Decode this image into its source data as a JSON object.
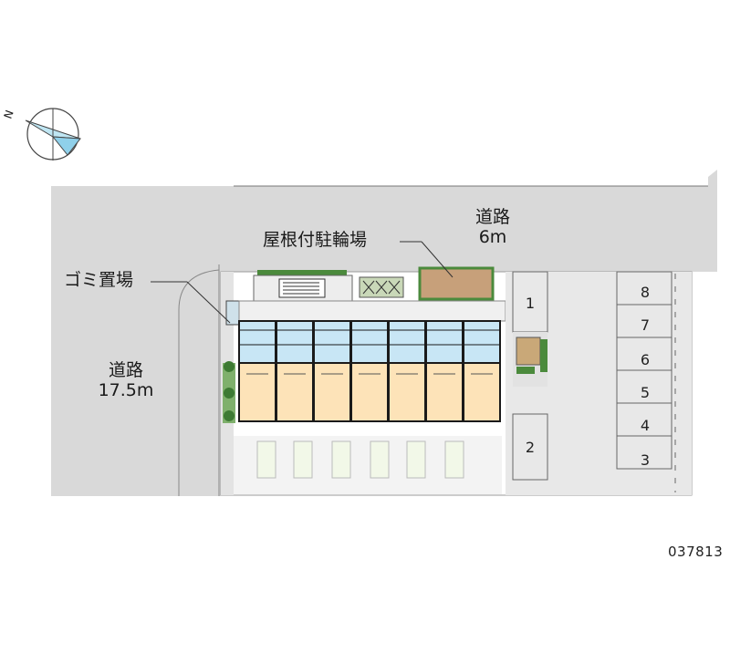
{
  "labels": {
    "road_north_name": "道路",
    "road_north_width": "6m",
    "road_west_name": "道路",
    "road_west_width": "17.5m",
    "bicycle_parking": "屋根付駐輪場",
    "garbage": "ゴミ置場"
  },
  "parking_spaces": [
    "1",
    "2",
    "3",
    "4",
    "5",
    "6",
    "7",
    "8"
  ],
  "property_code": "037813",
  "compass": {
    "north_marker": "N",
    "icon": "compass-icon"
  },
  "colors": {
    "road": "#d9d9d9",
    "site": "#ffffff",
    "unit_floor": "#fde3b8",
    "unit_bath": "#c8e6f5",
    "green": "#4b8a3c",
    "bike_roof": "#c7a07a",
    "wall": "#1a1a1a"
  }
}
